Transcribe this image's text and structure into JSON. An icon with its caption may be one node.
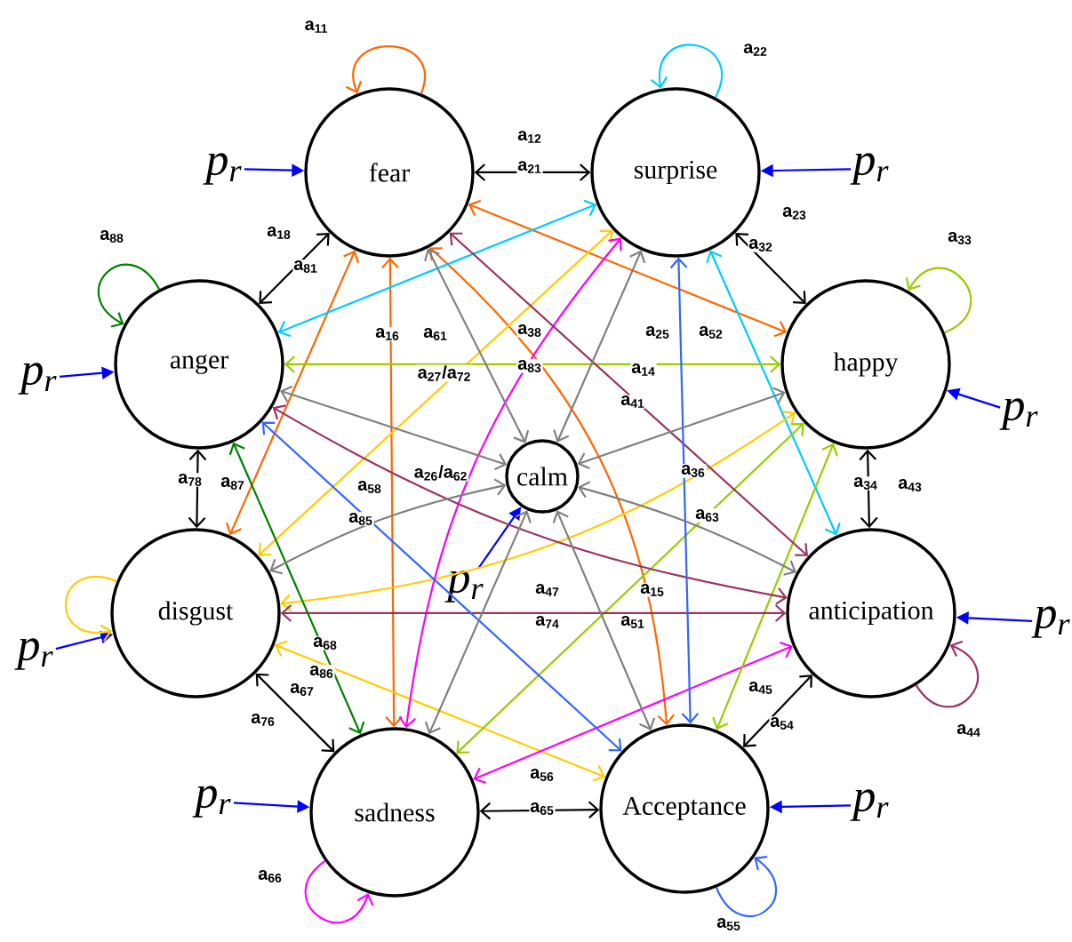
{
  "diagram": {
    "nodes": [
      {
        "text": [
          "fear"
        ]
      },
      {
        "text": [
          "surprise"
        ]
      },
      {
        "text": [
          "happy"
        ]
      },
      {
        "text": [
          "anticipation"
        ]
      },
      {
        "text": [
          "Acceptance"
        ]
      },
      {
        "text": [
          "sadness"
        ]
      },
      {
        "text": [
          "disgust"
        ]
      },
      {
        "text": [
          "anger"
        ]
      },
      {
        "text": [
          "calm"
        ]
      },
      {
        "text": [
          "p$_{r}$"
        ]
      },
      {
        "text": [
          "p$_{r}$"
        ]
      },
      {
        "text": [
          "p$_{r}$"
        ]
      },
      {
        "text": [
          "p$_{r}$"
        ]
      },
      {
        "text": [
          "p$_{r}$"
        ]
      },
      {
        "text": [
          "p$_{r}$"
        ]
      },
      {
        "text": [
          "p$_{r}$"
        ]
      },
      {
        "text": [
          "p$_{r}$"
        ]
      },
      {
        "text": [
          "p$_{r}$"
        ]
      }
    ],
    "edges": [
      {
        "from": 9,
        "to": 0,
        "arrow": "to",
        "color": "#0000ff"
      },
      {
        "from": 10,
        "to": 1,
        "arrow": "to",
        "color": "#0000ff"
      },
      {
        "from": 11,
        "to": 2,
        "arrow": "to",
        "color": "#0000ff"
      },
      {
        "from": 12,
        "to": 3,
        "arrow": "to",
        "color": "#0000ff"
      },
      {
        "from": 13,
        "to": 4,
        "arrow": "to",
        "color": "#0000ff"
      },
      {
        "from": 14,
        "to": 5,
        "arrow": "to",
        "color": "#0000ff"
      },
      {
        "from": 15,
        "to": 6,
        "arrow": "to",
        "color": "#0000ff"
      },
      {
        "from": 16,
        "to": 7,
        "arrow": "to",
        "color": "#0000ff"
      },
      {
        "from": 17,
        "to": 8,
        "arrow": "to",
        "color": "#0000ff"
      },
      {
        "from": 0,
        "to": 1,
        "arrow": "both",
        "color": "#000000"
      },
      {
        "from": 1,
        "to": 2,
        "arrow": "both",
        "color": "#000000"
      },
      {
        "from": 2,
        "to": 3,
        "arrow": "both",
        "color": "#000000"
      },
      {
        "from": 3,
        "to": 4,
        "arrow": "both",
        "color": "#000000"
      },
      {
        "from": 4,
        "to": 5,
        "arrow": "both",
        "color": "#000000"
      },
      {
        "from": 5,
        "to": 6,
        "arrow": "both",
        "color": "#000000"
      },
      {
        "from": 6,
        "to": 7,
        "arrow": "both",
        "color": "#000000"
      },
      {
        "from": 7,
        "to": 0,
        "arrow": "both",
        "color": "#000000"
      },
      {
        "from": 0,
        "to": 0,
        "arrow": "to",
        "color": "#ff6600"
      },
      {
        "from": 1,
        "to": 1,
        "arrow": "to",
        "color": "#00ccff"
      },
      {
        "from": 2,
        "to": 2,
        "arrow": "to",
        "color": "#99cc00"
      },
      {
        "from": 3,
        "to": 3,
        "arrow": "to",
        "color": "#993366"
      },
      {
        "from": 4,
        "to": 4,
        "arrow": "to",
        "color": "#3366ff"
      },
      {
        "from": 5,
        "to": 5,
        "arrow": "to",
        "color": "#ff00ff"
      },
      {
        "from": 6,
        "to": 6,
        "arrow": "to",
        "color": "#ffcc00"
      },
      {
        "from": 7,
        "to": 7,
        "arrow": "to",
        "color": "#008000"
      },
      {
        "from": 0,
        "to": 2,
        "arrow": "both",
        "color": "#ff6600"
      },
      {
        "from": 0,
        "to": 6,
        "arrow": "both",
        "color": "#ff6600"
      },
      {
        "from": 0,
        "to": 5,
        "arrow": "both",
        "color": "#ff6600"
      },
      {
        "from": 0,
        "to": 4,
        "arrow": "both",
        "color": "#ff6600"
      },
      {
        "from": 1,
        "to": 7,
        "arrow": "both",
        "color": "#00ccff"
      },
      {
        "from": 1,
        "to": 3,
        "arrow": "both",
        "color": "#00ccff"
      },
      {
        "from": 6,
        "to": 1,
        "arrow": "both",
        "color": "#ffcc00"
      },
      {
        "from": 6,
        "to": 2,
        "arrow": "both",
        "color": "#ffcc00"
      },
      {
        "from": 6,
        "to": 4,
        "arrow": "both",
        "color": "#ffcc00"
      },
      {
        "from": 5,
        "to": 1,
        "arrow": "both",
        "color": "#ff00ff"
      },
      {
        "from": 5,
        "to": 3,
        "arrow": "both",
        "color": "#ff00ff"
      },
      {
        "from": 2,
        "to": 7,
        "arrow": "both",
        "color": "#99cc00"
      },
      {
        "from": 2,
        "to": 5,
        "arrow": "both",
        "color": "#99cc00"
      },
      {
        "from": 2,
        "to": 4,
        "arrow": "both",
        "color": "#99cc00"
      },
      {
        "from": 3,
        "to": 0,
        "arrow": "both",
        "color": "#993366"
      },
      {
        "from": 3,
        "to": 7,
        "arrow": "both",
        "color": "#993366"
      },
      {
        "from": 3,
        "to": 6,
        "arrow": "both",
        "color": "#993366"
      },
      {
        "from": 4,
        "to": 1,
        "arrow": "both",
        "color": "#3366ff"
      },
      {
        "from": 4,
        "to": 7,
        "arrow": "both",
        "color": "#3366ff"
      },
      {
        "from": 7,
        "to": 5,
        "arrow": "both",
        "color": "#008000"
      },
      {
        "from": 8,
        "to": 0,
        "arrow": "both",
        "color": "#808080"
      },
      {
        "from": 8,
        "to": 1,
        "arrow": "both",
        "color": "#808080"
      },
      {
        "from": 8,
        "to": 2,
        "arrow": "both",
        "color": "#808080"
      },
      {
        "from": 8,
        "to": 3,
        "arrow": "both",
        "color": "#808080"
      },
      {
        "from": 8,
        "to": 4,
        "arrow": "both",
        "color": "#808080"
      },
      {
        "from": 8,
        "to": 5,
        "arrow": "both",
        "color": "#808080"
      },
      {
        "from": 8,
        "to": 6,
        "arrow": "both",
        "color": "#808080"
      },
      {
        "from": 8,
        "to": 7,
        "arrow": "both",
        "color": "#808080"
      }
    ],
    "labels": [
      "a$_{11}$",
      "a$_{22}$",
      "a$_{12}$",
      "a$_{21}$",
      "a$_{23}$",
      "a$_{88}$",
      "a$_{18}$",
      "a$_{32}$",
      "a$_{33}$",
      "a$_{81}$",
      "a$_{16}$",
      "a$_{61}$",
      "a$_{38}$",
      "a$_{25}$",
      "a$_{52}$",
      "a$_{27}$/a$_{72}$",
      "a$_{83}$",
      "a$_{14}$",
      "a$_{41}$",
      "a$_{78}$",
      "a$_{87}$",
      "a$_{58}$",
      "a$_{26}$/a$_{62}$",
      "a$_{36}$",
      "a$_{34}$",
      "a$_{43}$",
      "a$_{85}$",
      "a$_{63}$",
      "a$_{47}$",
      "a$_{15}$",
      "a$_{74}$",
      "a$_{51}$",
      "a$_{68}$",
      "a$_{86}$",
      "a$_{67}$",
      "a$_{45}$",
      "a$_{76}$",
      "a$_{54}$",
      "a$_{44}$",
      "a$_{56}$",
      "a$_{65}$",
      "a$_{66}$",
      "a$_{55}$"
    ]
  }
}
